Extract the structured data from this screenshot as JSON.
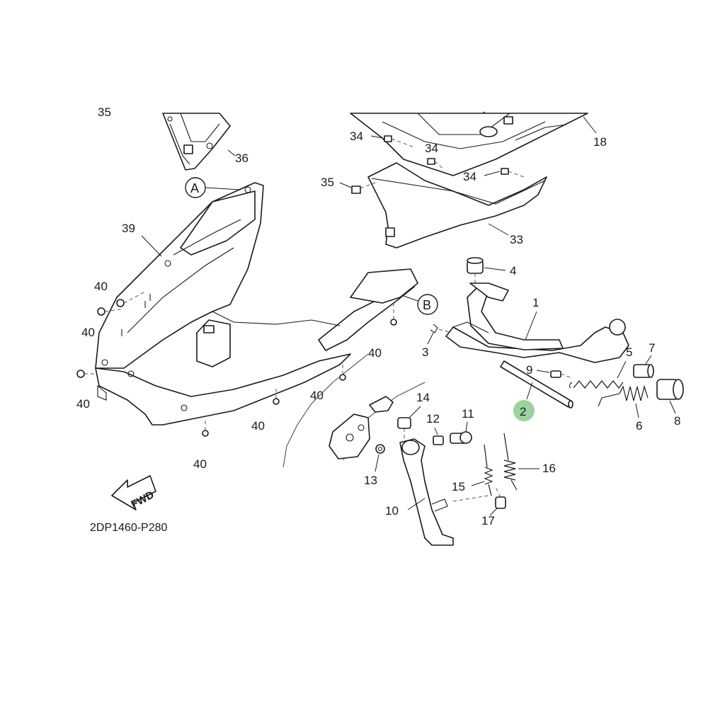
{
  "diagram": {
    "code": "2DP1460-P280",
    "fwd_label": "FWD",
    "callout_letters": {
      "a": "A",
      "b": "B"
    },
    "partial_label": "35",
    "highlighted_part": "2",
    "part_numbers": {
      "p1": "1",
      "p2": "2",
      "p3": "3",
      "p4": "4",
      "p5": "5",
      "p6": "6",
      "p7": "7",
      "p8": "8",
      "p9": "9",
      "p10": "10",
      "p11": "11",
      "p12": "12",
      "p13": "13",
      "p14": "14",
      "p15": "15",
      "p16": "16",
      "p17": "17",
      "p18": "18",
      "p33": "33",
      "p34": "34",
      "p35": "35",
      "p36": "36",
      "p39": "39",
      "p40": "40"
    },
    "colors": {
      "highlight": "#9ad39d",
      "line": "#1a1a1a"
    }
  }
}
